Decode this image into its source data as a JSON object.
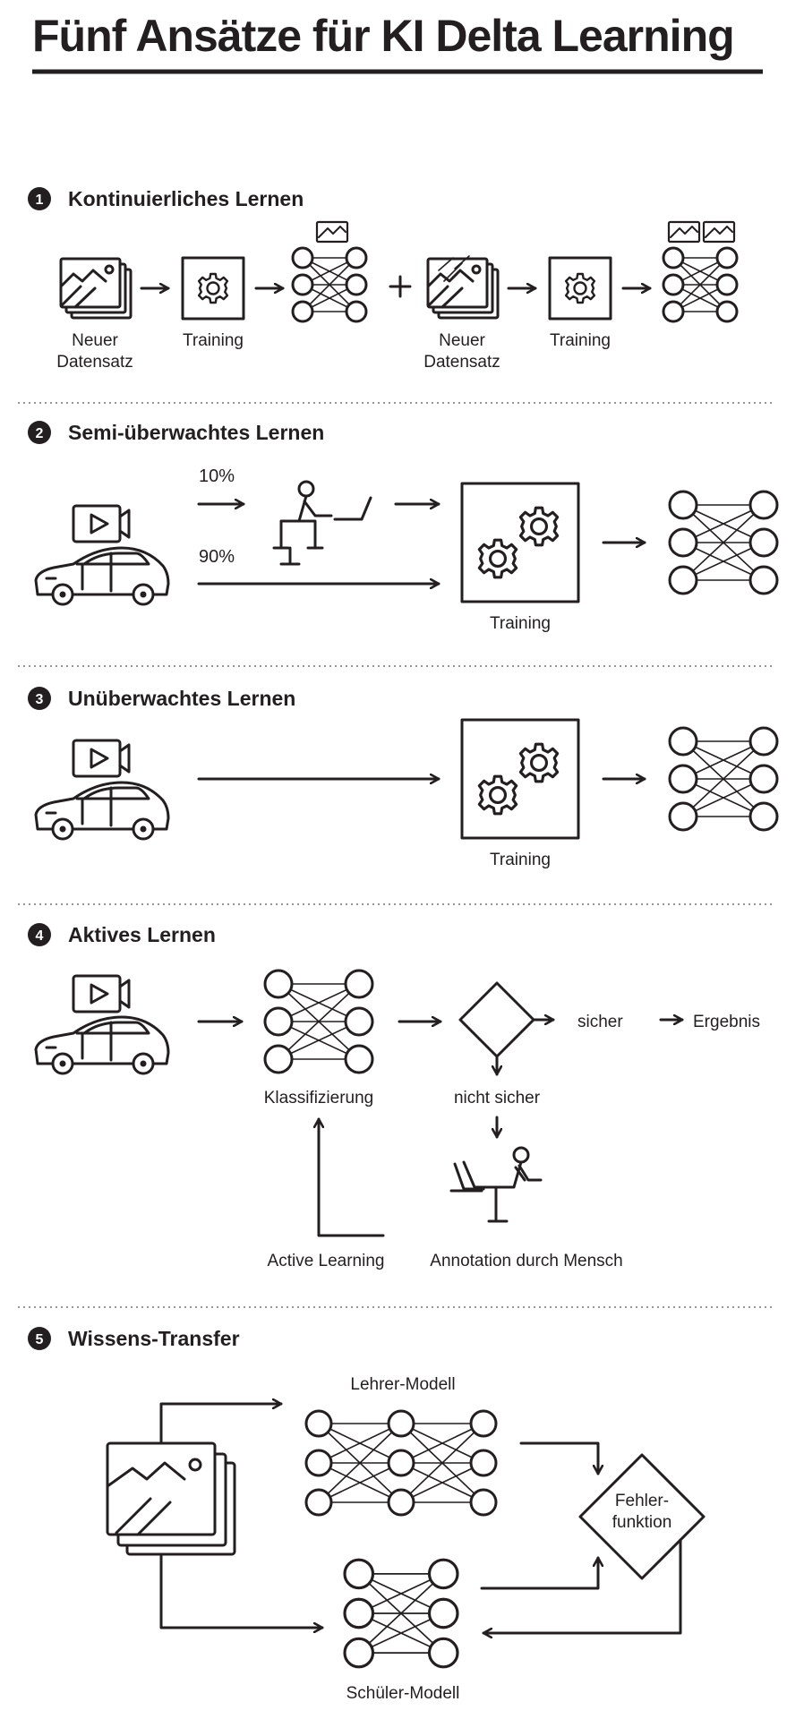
{
  "title": "Fünf Ansätze für KI Delta Learning",
  "sections": [
    {
      "number": "1",
      "heading": "Kontinuierliches Lernen",
      "labels": {
        "new_dataset_1": "Neuer\nDatensatz",
        "training_1": "Training",
        "new_dataset_2": "Neuer\nDatensatz",
        "training_2": "Training"
      }
    },
    {
      "number": "2",
      "heading": "Semi-überwachtes Lernen",
      "labels": {
        "pct_small": "10%",
        "pct_large": "90%",
        "training": "Training"
      }
    },
    {
      "number": "3",
      "heading": "Unüberwachtes Lernen",
      "labels": {
        "training": "Training"
      }
    },
    {
      "number": "4",
      "heading": "Aktives Lernen",
      "labels": {
        "sure": "sicher",
        "result": "Ergebnis",
        "classification": "Klassifizierung",
        "not_sure": "nicht sicher",
        "active_learning": "Active Learning",
        "annotation": "Annotation durch Mensch"
      }
    },
    {
      "number": "5",
      "heading": "Wissens-Transfer",
      "labels": {
        "teacher": "Lehrer-Modell",
        "student": "Schüler-Modell",
        "loss": "Fehler-\nfunktion"
      }
    }
  ]
}
